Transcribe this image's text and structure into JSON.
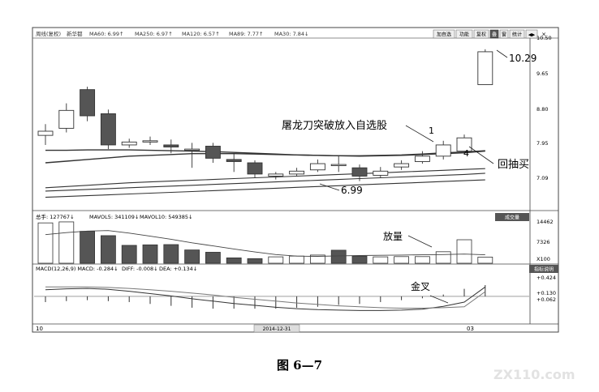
{
  "chart_data": {
    "type": "candlestick",
    "price_header": {
      "stock_label": "周线(复权)",
      "stock_name": "新华都",
      "ma_items": [
        "MA60: 6.99↑",
        "MA250: 6.97↑",
        "MA120: 6.57↑",
        "MA89: 7.77↑",
        "MA30: 7.84↓"
      ]
    },
    "toolbar_buttons": [
      "加自选",
      "功能",
      "复权",
      "叠",
      "窗",
      "统计",
      "◀▶"
    ],
    "price_axis": {
      "ticks": [
        "10.50",
        "9.65",
        "8.80",
        "7.95",
        "7.09"
      ],
      "ylim": [
        6.9,
        10.6
      ]
    },
    "candles": [
      {
        "o": 8.28,
        "c": 8.38,
        "h": 8.55,
        "l": 8.05
      },
      {
        "o": 8.45,
        "c": 8.88,
        "h": 9.05,
        "l": 8.35
      },
      {
        "o": 9.38,
        "c": 8.75,
        "h": 9.45,
        "l": 8.62
      },
      {
        "o": 8.8,
        "c": 8.05,
        "h": 8.9,
        "l": 7.95
      },
      {
        "o": 8.05,
        "c": 8.12,
        "h": 8.2,
        "l": 7.98
      },
      {
        "o": 8.12,
        "c": 8.15,
        "h": 8.25,
        "l": 8.05
      },
      {
        "o": 8.05,
        "c": 8.0,
        "h": 8.18,
        "l": 7.85
      },
      {
        "o": 7.95,
        "c": 7.95,
        "h": 8.1,
        "l": 7.5
      },
      {
        "o": 8.02,
        "c": 7.73,
        "h": 8.1,
        "l": 7.62
      },
      {
        "o": 7.7,
        "c": 7.65,
        "h": 7.85,
        "l": 7.4
      },
      {
        "o": 7.62,
        "c": 7.35,
        "h": 7.68,
        "l": 7.25
      },
      {
        "o": 7.3,
        "c": 7.35,
        "h": 7.4,
        "l": 7.22
      },
      {
        "o": 7.35,
        "c": 7.42,
        "h": 7.5,
        "l": 7.3
      },
      {
        "o": 7.45,
        "c": 7.6,
        "h": 7.7,
        "l": 7.4
      },
      {
        "o": 7.58,
        "c": 7.58,
        "h": 7.8,
        "l": 7.4
      },
      {
        "o": 7.5,
        "c": 7.3,
        "h": 7.58,
        "l": 7.18
      },
      {
        "o": 7.32,
        "c": 7.42,
        "h": 7.52,
        "l": 7.25
      },
      {
        "o": 7.52,
        "c": 7.6,
        "h": 7.68,
        "l": 7.45
      },
      {
        "o": 7.65,
        "c": 7.78,
        "h": 7.9,
        "l": 7.6
      },
      {
        "o": 7.78,
        "c": 8.05,
        "h": 8.15,
        "l": 7.7
      },
      {
        "o": 7.9,
        "c": 8.22,
        "h": 8.3,
        "l": 7.82
      },
      {
        "o": 9.5,
        "c": 10.29,
        "h": 10.35,
        "l": 9.5
      }
    ],
    "ma_lines": [
      {
        "values": [
          7.62,
          7.66,
          7.7,
          7.74,
          7.78,
          7.8,
          7.82,
          7.84,
          7.84,
          7.84,
          7.83,
          7.82,
          7.81,
          7.8,
          7.79,
          7.78,
          7.79,
          7.8,
          7.82,
          7.84,
          7.86,
          7.9
        ]
      },
      {
        "values": [
          7.92,
          7.92,
          7.93,
          7.93,
          7.93,
          7.92,
          7.91,
          7.9,
          7.89,
          7.87,
          7.85,
          7.83,
          7.81,
          7.8,
          7.79,
          7.79,
          7.8,
          7.81,
          7.83,
          7.86,
          7.88,
          7.91
        ]
      },
      {
        "values": [
          7.02,
          7.05,
          7.08,
          7.11,
          7.14,
          7.16,
          7.18,
          7.2,
          7.22,
          7.24,
          7.26,
          7.28,
          7.3,
          7.32,
          7.34,
          7.36,
          7.38,
          7.4,
          7.42,
          7.44,
          7.46,
          7.48
        ]
      },
      {
        "values": [
          6.94,
          6.96,
          6.98,
          7.0,
          7.02,
          7.04,
          7.06,
          7.08,
          7.1,
          7.12,
          7.14,
          7.16,
          7.18,
          7.2,
          7.22,
          7.24,
          7.26,
          7.28,
          7.3,
          7.32,
          7.34,
          7.37
        ]
      },
      {
        "values": [
          6.79,
          6.81,
          6.83,
          6.85,
          6.87,
          6.89,
          6.91,
          6.93,
          6.95,
          6.97,
          6.99,
          7.01,
          7.03,
          7.05,
          7.07,
          7.09,
          7.11,
          7.13,
          7.15,
          7.17,
          7.19,
          7.21
        ]
      }
    ],
    "volume_header": [
      "总手: 127767↓",
      "MAVOL5: 341109↓",
      "MAVOL10: 549385↓"
    ],
    "volume_button": "成交量",
    "volume_axis": {
      "ticks": [
        "14462",
        "7326",
        "X100"
      ],
      "ylim": [
        0,
        16500
      ]
    },
    "volume": [
      15800,
      16200,
      12500,
      10800,
      7000,
      7200,
      7300,
      5200,
      4300,
      2100,
      1800,
      2500,
      2800,
      3200,
      5100,
      2800,
      2500,
      2600,
      2600,
      4500,
      9200,
      2400
    ],
    "volume_down": [
      false,
      false,
      true,
      true,
      true,
      true,
      true,
      true,
      true,
      true,
      true,
      false,
      false,
      false,
      true,
      true,
      false,
      false,
      false,
      false,
      false,
      false
    ],
    "vol_ma": [
      11200,
      12000,
      12600,
      12800,
      11800,
      10600,
      9400,
      8000,
      6800,
      5600,
      4400,
      3400,
      2800,
      2700,
      2900,
      3000,
      3100,
      3200,
      3300,
      3400,
      3600,
      3300
    ],
    "macd_header": [
      "MACD(12,26,9) MACD: -0.284↓",
      "DIFF: -0.008↓",
      "DEA: +0.134↓"
    ],
    "macd_button": "指标说明",
    "macd_axis": {
      "ticks": [
        "+0.424",
        "+0.130",
        "+0.062"
      ],
      "ylim": [
        -0.55,
        0.48
      ]
    },
    "diff": [
      0.14,
      0.16,
      0.17,
      0.15,
      0.11,
      0.06,
      0.01,
      -0.05,
      -0.1,
      -0.15,
      -0.19,
      -0.23,
      -0.26,
      -0.28,
      -0.29,
      -0.3,
      -0.3,
      -0.29,
      -0.27,
      -0.21,
      -0.12,
      0.2
    ],
    "dea": [
      0.2,
      0.2,
      0.2,
      0.19,
      0.17,
      0.14,
      0.11,
      0.07,
      0.03,
      -0.02,
      -0.06,
      -0.1,
      -0.14,
      -0.17,
      -0.2,
      -0.22,
      -0.24,
      -0.25,
      -0.25,
      -0.24,
      -0.22,
      0.1
    ],
    "macd_hist": [
      -0.12,
      -0.1,
      -0.08,
      -0.1,
      -0.12,
      -0.16,
      -0.2,
      -0.24,
      -0.26,
      -0.26,
      -0.26,
      -0.26,
      -0.24,
      -0.22,
      -0.18,
      -0.16,
      -0.12,
      -0.08,
      -0.04,
      0.04,
      0.16,
      0.24
    ],
    "xaxis": {
      "left_label": "10",
      "date_box": "2014-12-31",
      "right_label": "03"
    },
    "annotations": {
      "price_label": "10.29",
      "breakout_label": "屠龙刀突破放入自选股",
      "breakout_num": "1",
      "pullback_num": "4",
      "pullback_label": "回抽买",
      "ma_label": "6.99",
      "volume_label": "放量",
      "golden_cross": "金叉"
    }
  },
  "caption": "图 6—7",
  "watermark": "ZX110.com"
}
